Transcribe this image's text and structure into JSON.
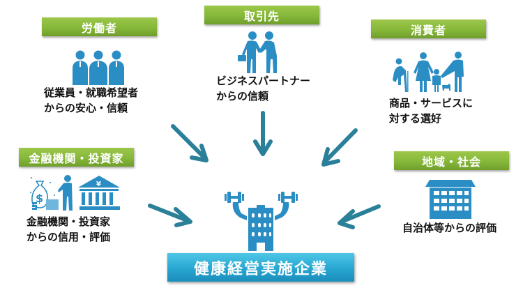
{
  "colors": {
    "label_green": "#86b83a",
    "icon_blue": "#2a8dc4",
    "arrow_teal": "#2a7f99",
    "center_blue": "#2aa9d3"
  },
  "stakeholders": {
    "workers": {
      "label": "労働者",
      "desc_line1": "従業員・就職希望者",
      "desc_line2": "からの安心・信頼",
      "icon": "workers-group-icon"
    },
    "partners": {
      "label": "取引先",
      "desc_line1": "ビジネスパートナー",
      "desc_line2": "からの信頼",
      "icon": "handshake-icon"
    },
    "consumers": {
      "label": "消費者",
      "desc_line1": "商品・サービスに",
      "desc_line2": "対する選好",
      "icon": "family-icon"
    },
    "finance": {
      "label": "金融機関・投資家",
      "desc_line1": "金融機関・投資家",
      "desc_line2": "からの信用・評価",
      "icon": "bank-investor-icon"
    },
    "community": {
      "label": "地域・社会",
      "desc_line1": "自治体等からの評価",
      "icon": "municipal-building-icon"
    }
  },
  "center": {
    "label": "健康経営実施企業",
    "icon": "building-lifting-dumbbells-icon"
  }
}
